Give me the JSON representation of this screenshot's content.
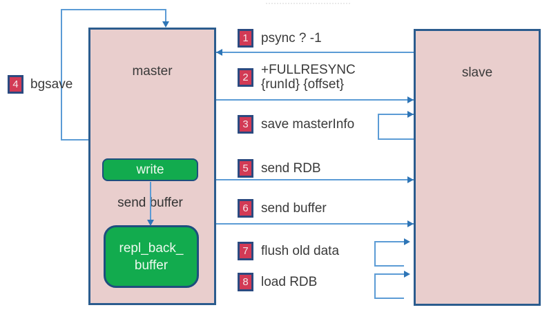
{
  "diagram": {
    "topic": "redis master-slave full resync flow",
    "colors": {
      "node_fill": "#e9cecd",
      "node_border": "#2b5c8e",
      "green_fill": "#12ab4e",
      "green_border": "#1d4e7e",
      "badge_fill": "#d23a55",
      "badge_border": "#2b4a80",
      "line": "#5b9bd5",
      "arrowhead": "#2e75b6",
      "text": "#3a3a3a"
    },
    "nodes": {
      "master": {
        "label": "master"
      },
      "slave": {
        "label": "slave"
      },
      "write": {
        "label": "write"
      },
      "repl_back_buffer": {
        "label_line1": "repl_back_",
        "label_line2": "buffer"
      }
    },
    "inner_flow": {
      "label": "send buffer",
      "direction": "write→repl_back_buffer"
    },
    "bgsave": {
      "num": "4",
      "label": "bgsave",
      "direction": "master self-loop"
    },
    "steps": [
      {
        "num": "1",
        "label": "psync ? -1",
        "direction": "slave→master"
      },
      {
        "num": "2",
        "label": "+FULLRESYNC",
        "label2": "{runId} {offset}",
        "direction": "master→slave"
      },
      {
        "num": "3",
        "label": "save masterInfo",
        "direction": "slave self-loop"
      },
      {
        "num": "5",
        "label": "send RDB",
        "direction": "master→slave"
      },
      {
        "num": "6",
        "label": "send buffer",
        "direction": "master→slave"
      },
      {
        "num": "7",
        "label": "flush old data",
        "direction": "slave self-loop"
      },
      {
        "num": "8",
        "label": "load RDB",
        "direction": "slave self-loop"
      }
    ]
  }
}
